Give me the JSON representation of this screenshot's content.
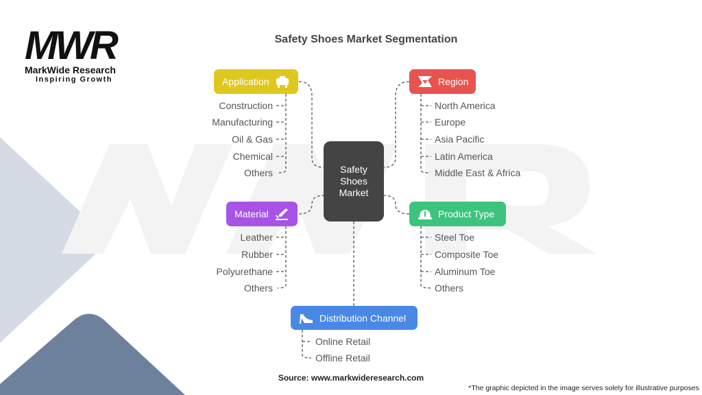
{
  "logo": {
    "mark": "MWR",
    "name": "MarkWide Research",
    "tagline": "Inspiring Growth"
  },
  "title": "Safety Shoes Market Segmentation",
  "center": {
    "line1": "Safety",
    "line2": "Shoes",
    "line3": "Market"
  },
  "segments": {
    "application": {
      "label": "Application",
      "icon": "workbench-icon",
      "color": "#dfc81e",
      "items": [
        "Construction",
        "Manufacturing",
        "Oil & Gas",
        "Chemical",
        "Others"
      ]
    },
    "region": {
      "label": "Region",
      "icon": "map-icon",
      "color": "#e8534f",
      "items": [
        "North America",
        "Europe",
        "Asia Pacific",
        "Latin America",
        "Middle East & Africa"
      ]
    },
    "material": {
      "label": "Material",
      "icon": "pen-icon",
      "color": "#a653e6",
      "items": [
        "Leather",
        "Rubber",
        "Polyurethane",
        "Others"
      ]
    },
    "product_type": {
      "label": "Product Type",
      "icon": "hard-hat-icon",
      "color": "#3cc47c",
      "items": [
        "Steel Toe",
        "Composite Toe",
        "Aluminum Toe",
        "Others"
      ]
    },
    "distribution": {
      "label": "Distribution Channel",
      "icon": "shoe-icon",
      "color": "#4a88e6",
      "items": [
        "Online Retail",
        "Offline Retail"
      ]
    }
  },
  "source": "Source: www.markwideresearch.com",
  "footnote": "*The graphic depicted in the image serves solely for illustrative purposes"
}
